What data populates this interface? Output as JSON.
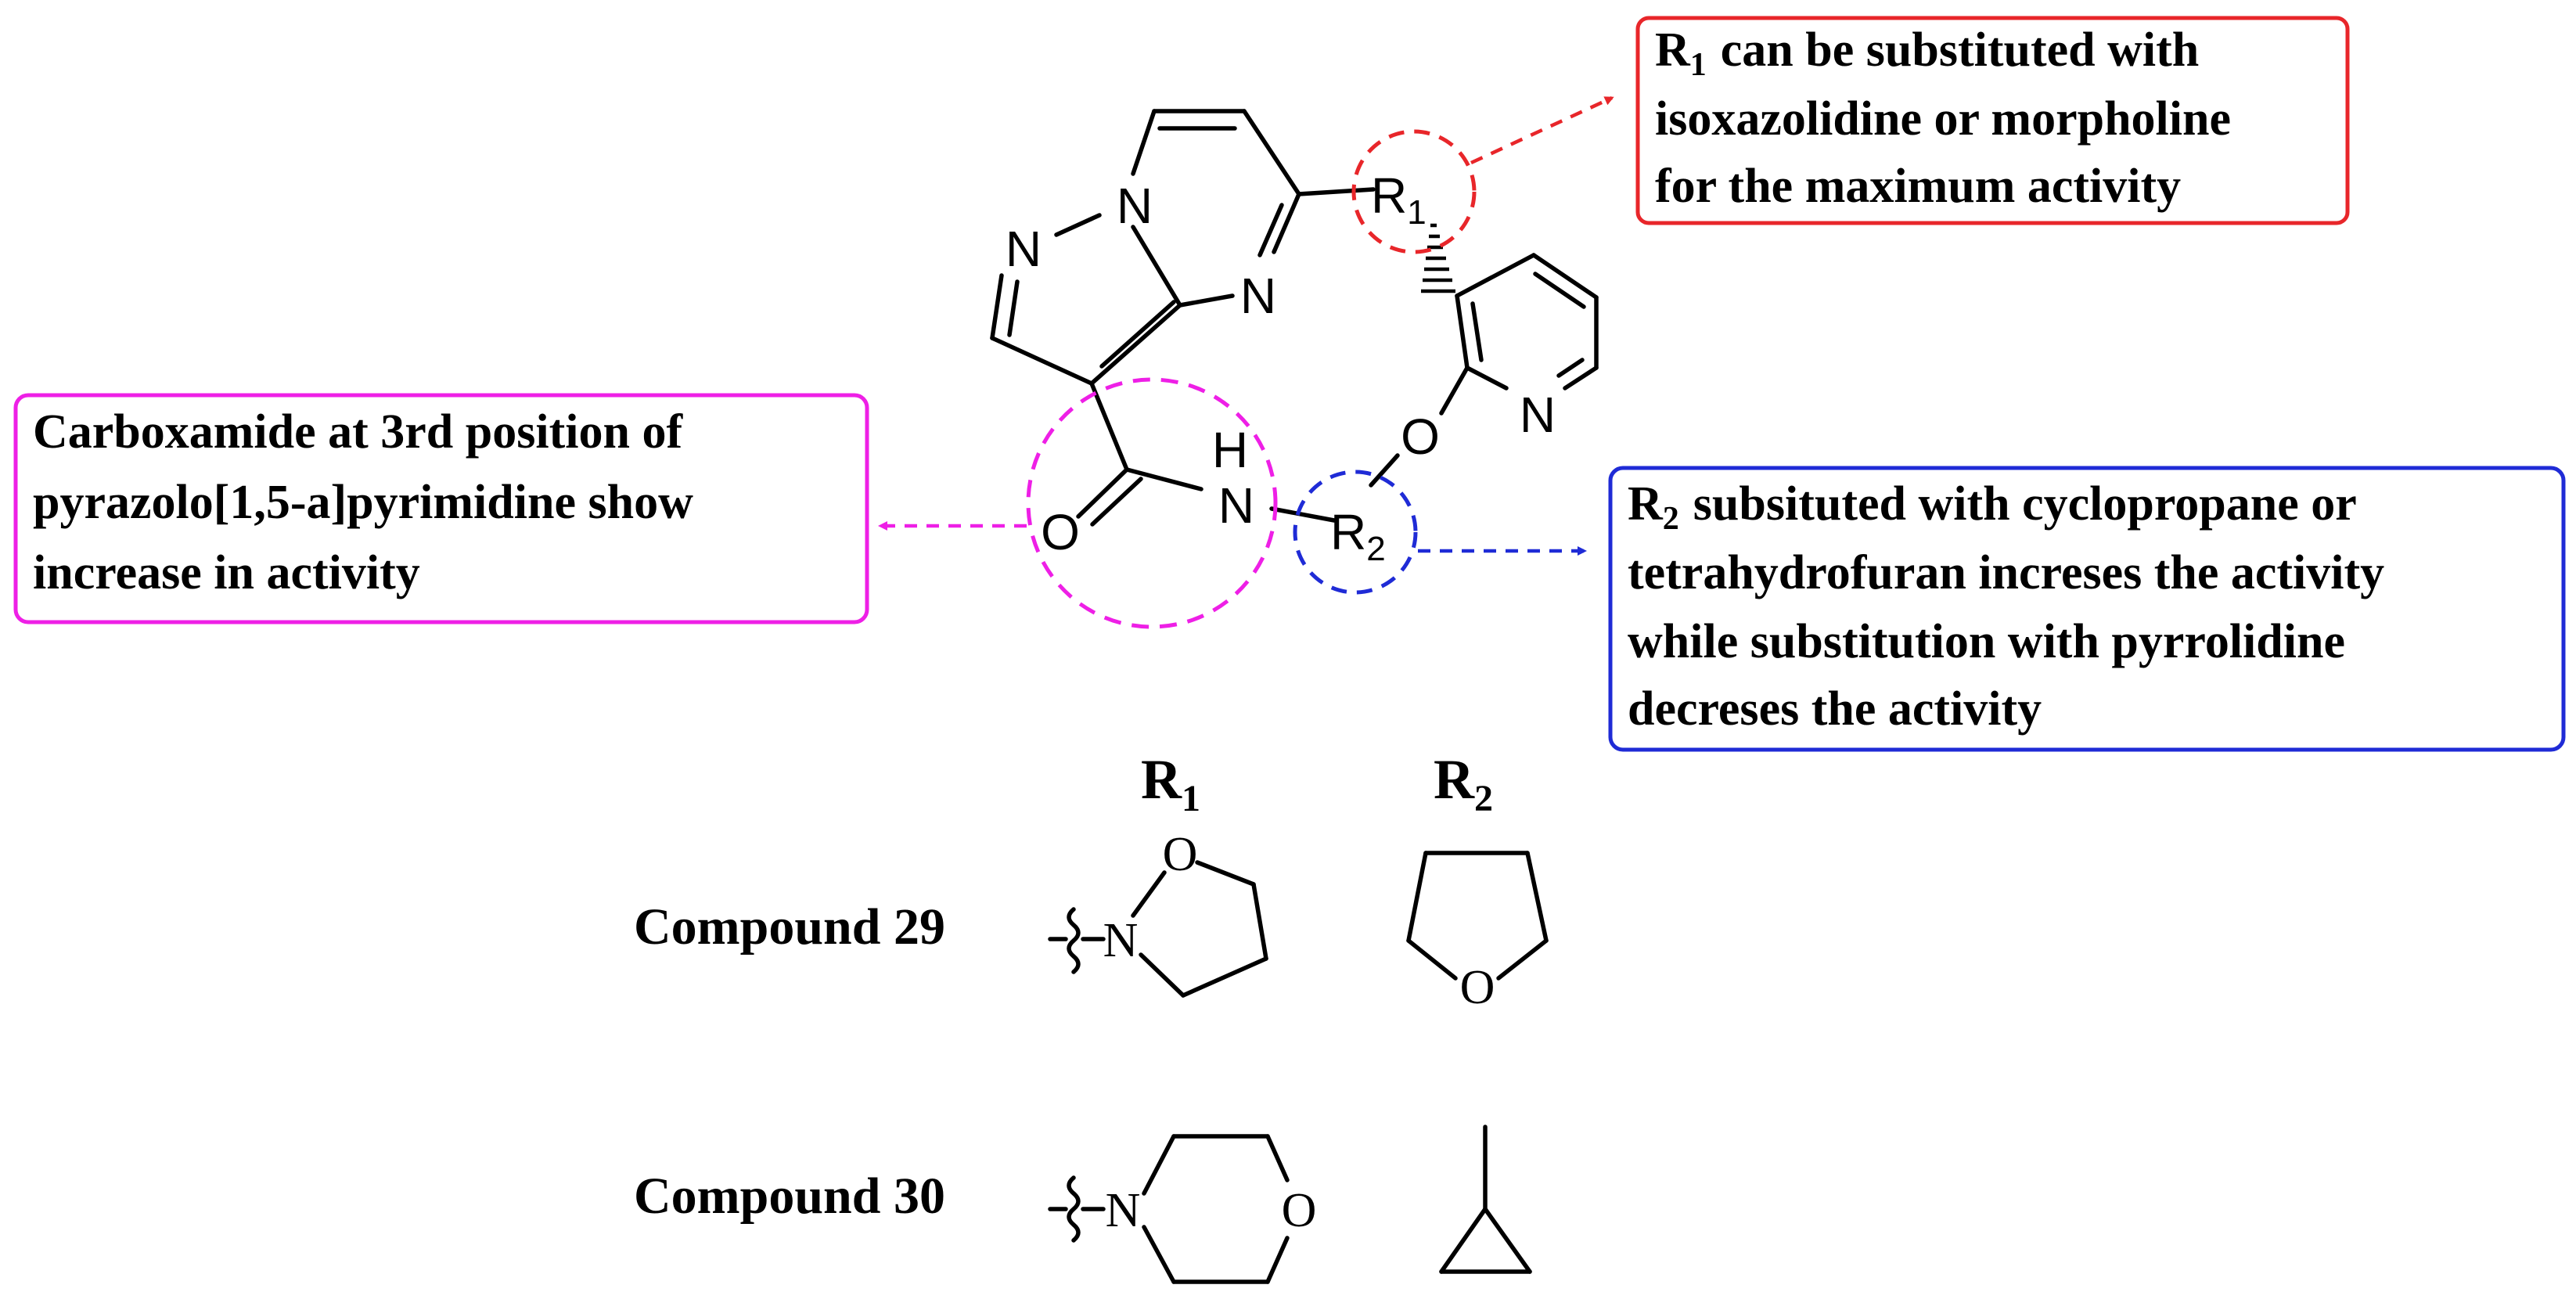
{
  "atoms": {
    "n1": "N",
    "n2": "N",
    "n3": "N",
    "n_pyridine": "N",
    "o_ether": "O",
    "o_carbonyl": "O",
    "n_amide": "N",
    "h_amide": "H"
  },
  "r_groups": {
    "r1": {
      "letter": "R",
      "sub": "1"
    },
    "r2": {
      "letter": "R",
      "sub": "2"
    }
  },
  "notes": {
    "r1": {
      "lines": [
        "can be substituted with",
        "isoxazolidine or morpholine",
        "for the maximum activity"
      ],
      "lead_letter": "R",
      "lead_sub": "1"
    },
    "carboxamide": {
      "lines": [
        "Carboxamide at 3rd position of",
        "pyrazolo[1,5-a]pyrimidine show",
        "increase in activity"
      ]
    },
    "r2": {
      "lines": [
        "subsituted with cyclopropane or",
        "tetrahydrofuran increses the activity",
        "while substitution with pyrrolidine",
        "decreses the activity"
      ],
      "lead_letter": "R",
      "lead_sub": "2"
    }
  },
  "table": {
    "headers": [
      {
        "letter": "R",
        "sub": "1"
      },
      {
        "letter": "R",
        "sub": "2"
      }
    ],
    "compounds": [
      {
        "label": "Compound 29",
        "r1_atoms": {
          "n": "N",
          "o": "O"
        },
        "r2_atoms": {
          "o": "O"
        }
      },
      {
        "label": "Compound 30",
        "r1_atoms": {
          "n": "N",
          "o": "O"
        }
      }
    ]
  },
  "colors": {
    "r1_highlight": "#e8262a",
    "r2_highlight": "#1f2bd6",
    "carboxamide_highlight": "#ee1fe6",
    "bond": "#000000"
  }
}
